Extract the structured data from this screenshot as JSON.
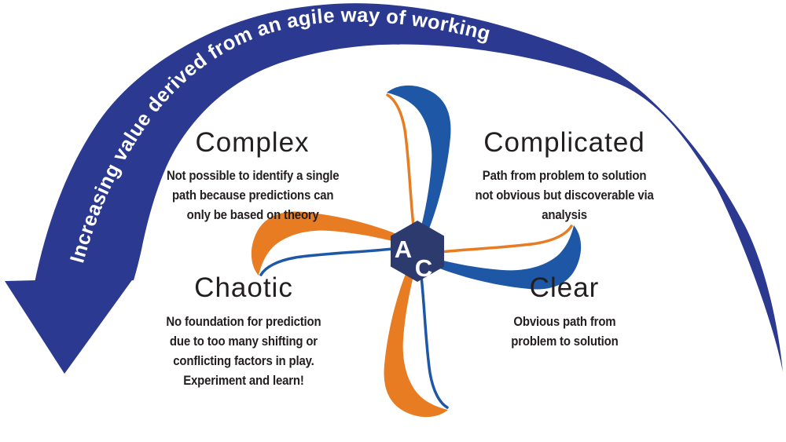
{
  "arc": {
    "label": "Increasing value derived from an agile way of working"
  },
  "badge": {
    "top_letter": "A",
    "bottom_letter": "C"
  },
  "quadrants": {
    "complex": {
      "title": "Complex",
      "description": "Not possible to identify a single\npath because predictions can\nonly be based on theory"
    },
    "complicated": {
      "title": "Complicated",
      "description": "Path from problem to solution\nnot obvious but discoverable via\nanalysis"
    },
    "chaotic": {
      "title": "Chaotic",
      "description": "No foundation for prediction\ndue to too many shifting or\nconflicting factors in play.\nExperiment and learn!"
    },
    "clear": {
      "title": "Clear",
      "description": "Obvious path from\nproblem to solution"
    }
  },
  "colors": {
    "arc_navy": "#2b3990",
    "pinwheel_blue": "#1d57a6",
    "pinwheel_orange": "#e87c22",
    "hexagon_navy": "#2d3a6e",
    "text_ink": "#231f20",
    "background": "#ffffff"
  }
}
